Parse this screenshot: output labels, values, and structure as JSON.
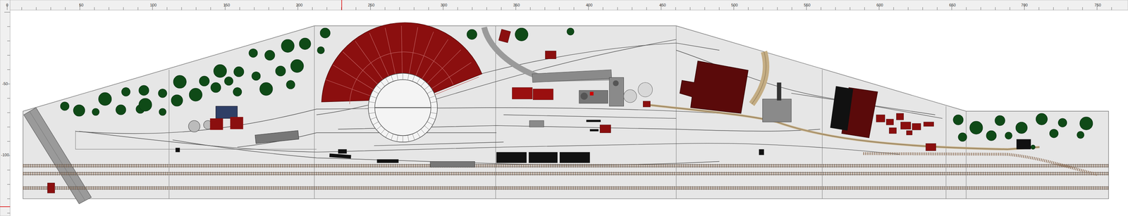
{
  "diagram": {
    "labels": [
      "0",
      "50",
      "100",
      "150",
      "200",
      "250",
      "300",
      "350",
      "400",
      "450",
      "500",
      "550",
      "600",
      "650",
      "700",
      "750",
      "-50",
      "-100"
    ]
  }
}
